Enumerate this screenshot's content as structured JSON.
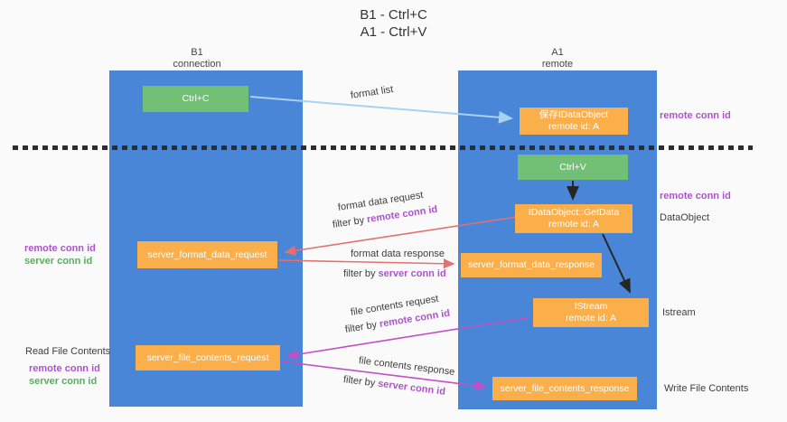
{
  "title": {
    "line1": "B1 - Ctrl+C",
    "line2": "A1 - Ctrl+V"
  },
  "columns": {
    "left": {
      "name": "B1",
      "subtitle": "connection"
    },
    "right": {
      "name": "A1",
      "subtitle": "remote"
    }
  },
  "nodes": {
    "ctrl_c": "Ctrl+C",
    "ctrl_v": "Ctrl+V",
    "save_dataobject": {
      "line1": "保存IDataObject",
      "line2": "remote id: A"
    },
    "getdata": {
      "line1": "IDataObject::GetData",
      "line2": "remote id: A"
    },
    "istream": {
      "line1": "IStream",
      "line2": "remote id: A"
    },
    "server_format_data_request": "server_format_data_request",
    "server_format_data_response": "server_format_data_response",
    "server_file_contents_request": "server_file_contents_request",
    "server_file_contents_response": "server_file_contents_response"
  },
  "arrow_labels": {
    "format_list": "format list",
    "format_data_request": "format data request",
    "format_data_response": "format data response",
    "file_contents_request": "file contents request",
    "file_contents_response": "file contents response",
    "filter_by": "filter by",
    "remote_conn_id": "remote conn id",
    "server_conn_id": "server conn id"
  },
  "annotations": {
    "remote_conn_id_top": "remote conn id",
    "remote_conn_id_mid": "remote conn id",
    "dataobject": "DataObject",
    "istream": "Istream",
    "read_file_contents": "Read File Contents",
    "write_file_contents": "Write File Contents",
    "left_pair1_remote": "remote conn id",
    "left_pair1_server": "server conn id",
    "left_pair2_remote": "remote conn id",
    "left_pair2_server": "server conn id"
  },
  "colors": {
    "column_blue": "#4a86d8",
    "box_orange": "#fbaf4b",
    "box_green": "#72c076",
    "arrow_light_blue": "#a9d2f0",
    "arrow_red": "#e57070",
    "arrow_magenta": "#c44fc4",
    "arrow_black": "#262626",
    "text_purple": "#b052cf",
    "text_green": "#58ad5e",
    "background": "#fafafa"
  }
}
